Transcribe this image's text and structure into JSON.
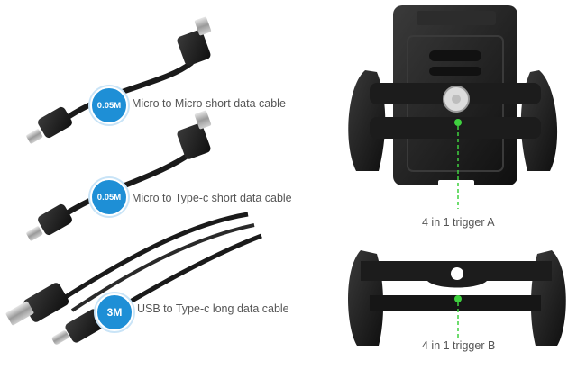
{
  "cables": [
    {
      "badge": "0.05M",
      "label": "Micro to Micro short data cable"
    },
    {
      "badge": "0.05M",
      "label": "Micro to Type-c short data cable"
    },
    {
      "badge": "3M",
      "label": "USB to Type-c long data cable"
    }
  ],
  "triggers": [
    {
      "label": "4 in 1 trigger A"
    },
    {
      "label": "4 in 1 trigger B"
    }
  ],
  "colors": {
    "badge": "#1e8fd6",
    "cable": "#1a1a1a",
    "accent_dot": "#3fd13f",
    "text": "#555555"
  }
}
